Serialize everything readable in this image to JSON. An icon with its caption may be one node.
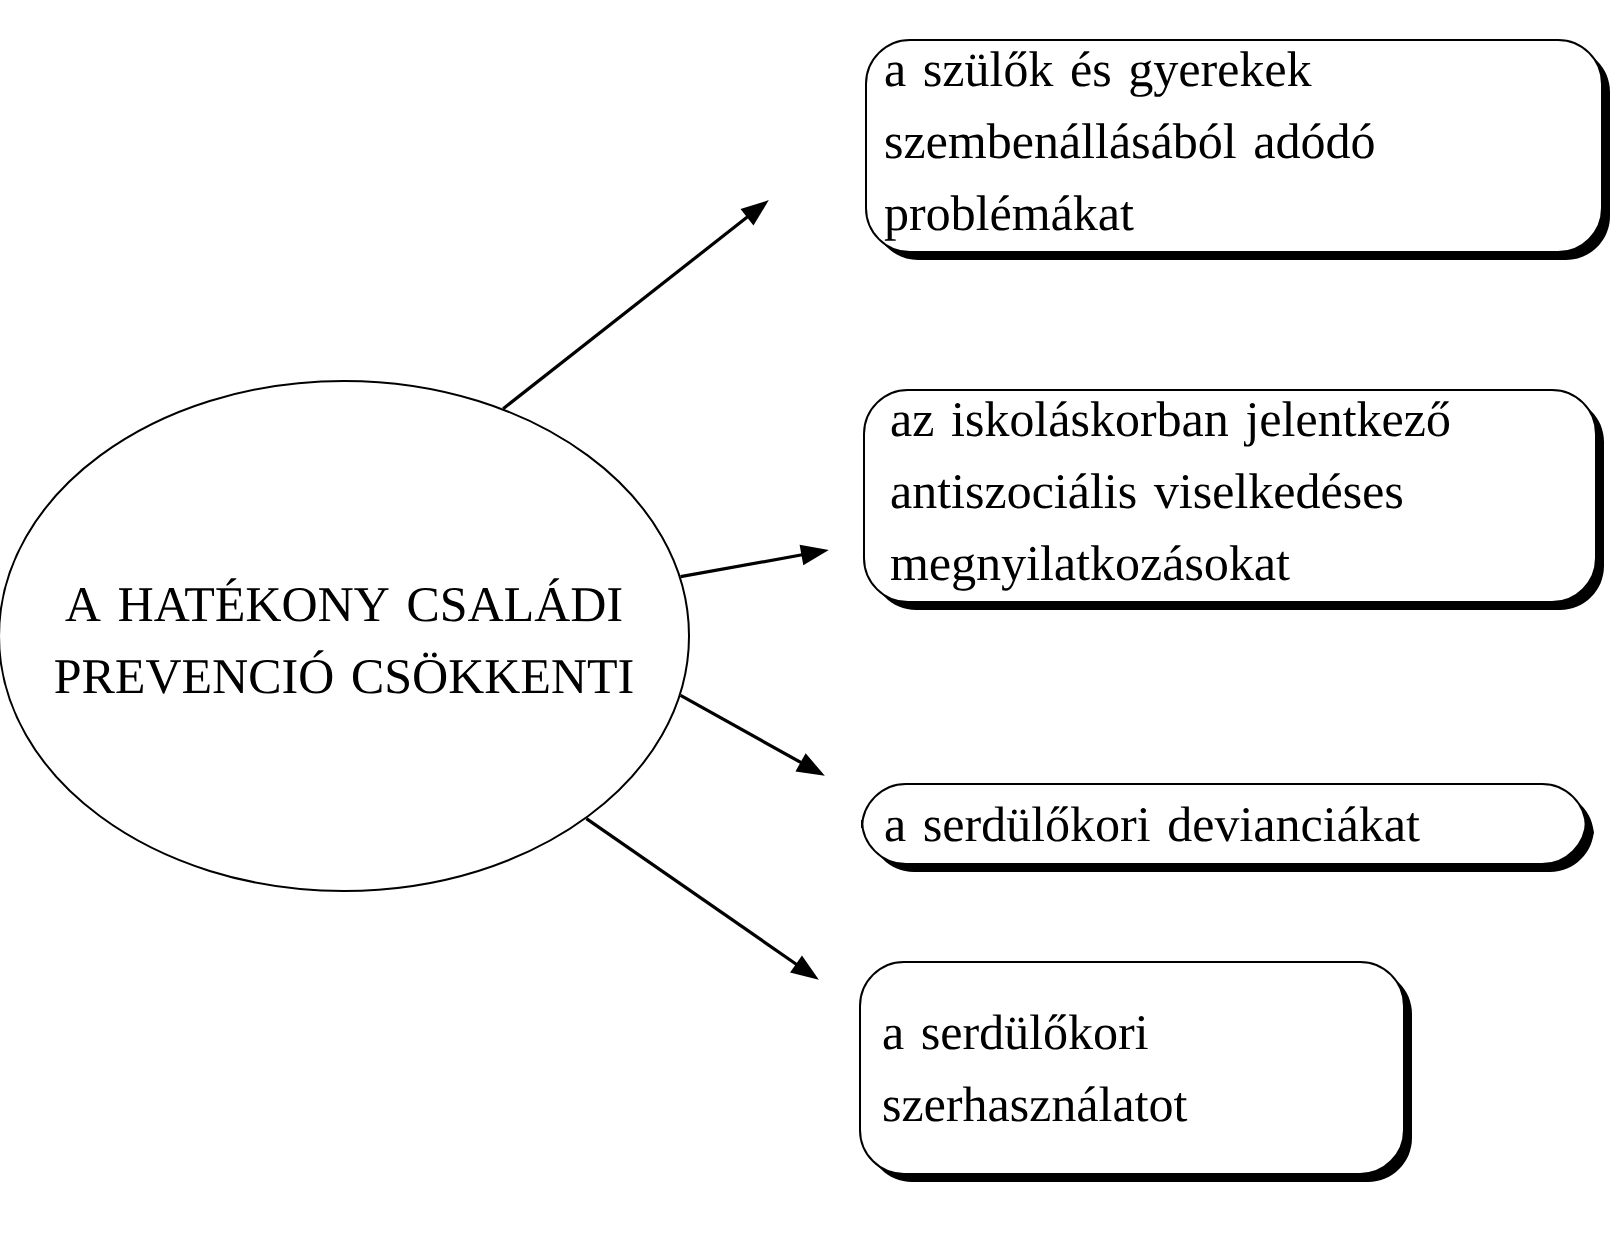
{
  "diagram": {
    "nodes": [
      {
        "text": [
          "A HATÉKONY CSALÁDI PREVENCIÓ CSÖKKENTI"
        ]
      },
      {
        "text": [
          "a szülők és gyerekek szembenállásából adódó problémákat"
        ]
      },
      {
        "text": [
          "az iskoláskorban jelentkező antiszociális viselkedéses megnyilatkozásokat"
        ]
      },
      {
        "text": [
          "a serdülőkori devianciákat"
        ]
      },
      {
        "text": [
          "a serdülőkori szerhasználatot"
        ]
      }
    ],
    "edges": [
      {
        "from": 0,
        "to": 1,
        "arrow": "to"
      },
      {
        "from": 0,
        "to": 2,
        "arrow": "to"
      },
      {
        "from": 0,
        "to": 3,
        "arrow": "to"
      },
      {
        "from": 0,
        "to": 4,
        "arrow": "to"
      }
    ]
  }
}
